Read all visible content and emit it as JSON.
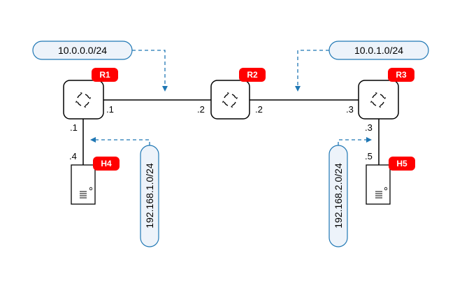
{
  "routers": {
    "r1": {
      "label": "R1"
    },
    "r2": {
      "label": "R2"
    },
    "r3": {
      "label": "R3"
    }
  },
  "hosts": {
    "h4": {
      "label": "H4"
    },
    "h5": {
      "label": "H5"
    }
  },
  "subnets": {
    "s_r1_r2": "10.0.0.0/24",
    "s_r2_r3": "10.0.1.0/24",
    "s_r1_h4": "192.168.1.0/24",
    "s_r3_h5": "192.168.2.0/24"
  },
  "interfaces": {
    "r1_to_r2": ".1",
    "r2_to_r1": ".2",
    "r2_to_r3": ".2",
    "r3_to_r2": ".3",
    "r1_to_h4": ".1",
    "h4_to_r1": ".4",
    "r3_to_h5": ".3",
    "h5_to_r3": ".5"
  },
  "colors": {
    "tag_red": "#ff0000",
    "pill_fill": "#edf3fa",
    "pill_stroke": "#1f77b4",
    "arrow_blue": "#1f77b4"
  }
}
